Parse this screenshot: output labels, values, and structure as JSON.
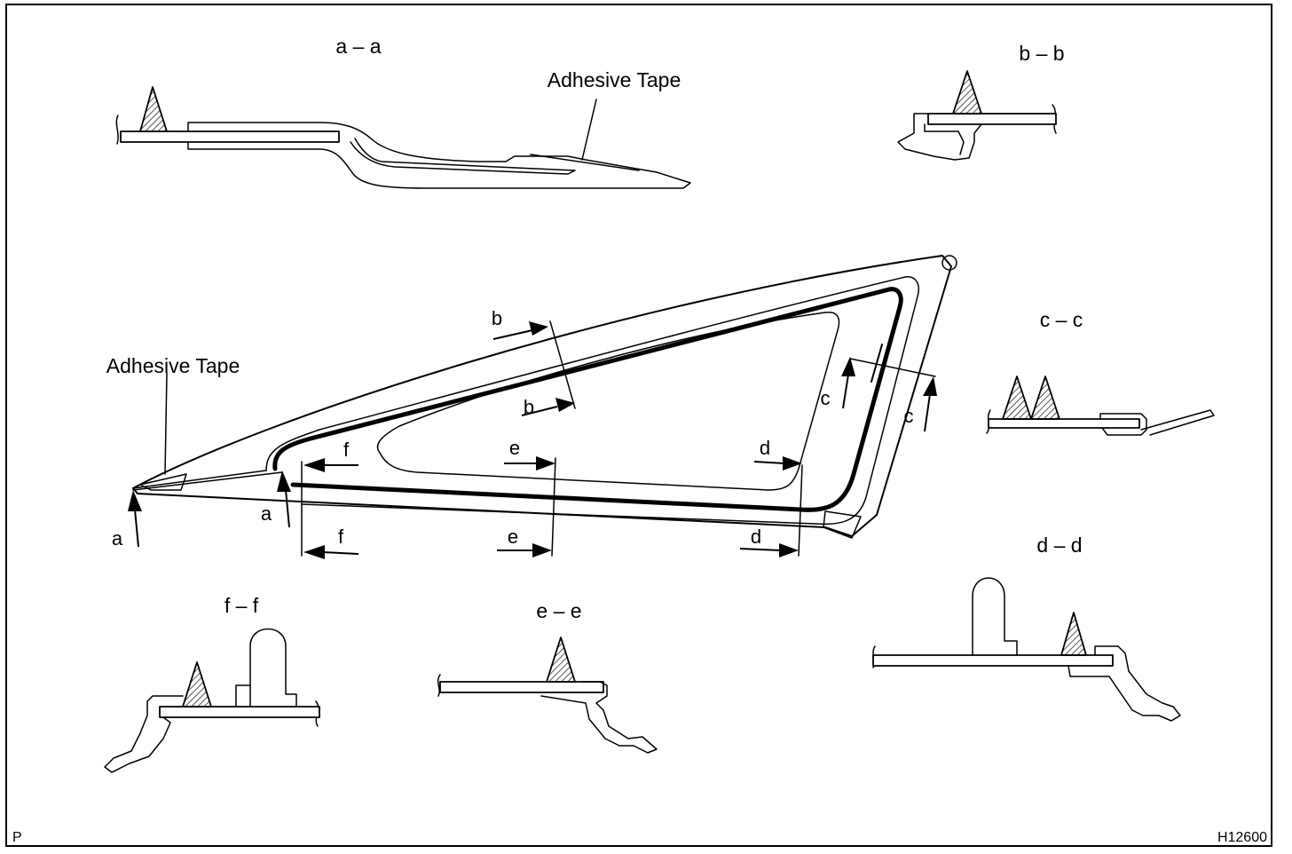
{
  "sections": {
    "a": "a – a",
    "b": "b – b",
    "c": "c – c",
    "d": "d – d",
    "e": "e – e",
    "f": "f – f"
  },
  "callouts": {
    "adhesive_tape_top": "Adhesive Tape",
    "adhesive_tape_left": "Adhesive Tape"
  },
  "markers": {
    "a": "a",
    "b": "b",
    "c": "c",
    "d": "d",
    "e": "e",
    "f": "f"
  },
  "corner_left": "P",
  "figure_code": "H12600"
}
